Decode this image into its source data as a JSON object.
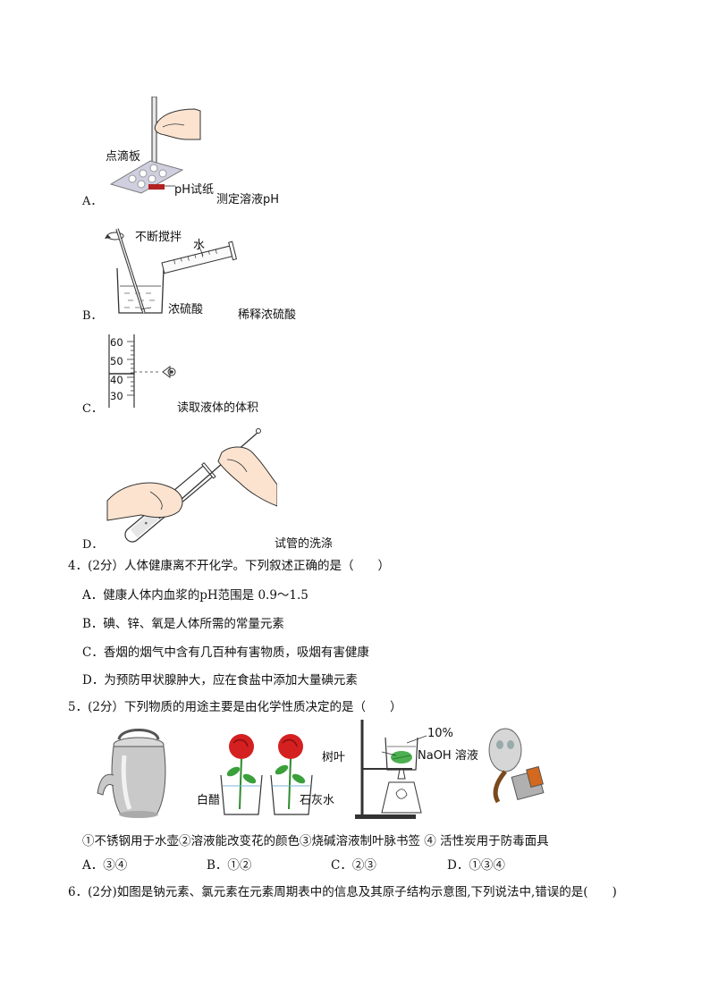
{
  "q3": {
    "A": {
      "letter": "A．",
      "dropplate": "点滴板",
      "paper": "pH试纸",
      "caption": "测定溶液pH"
    },
    "B": {
      "letter": "B．",
      "stir": "不断搅拌",
      "water": "水",
      "acid": "浓硫酸",
      "caption": "稀释浓硫酸"
    },
    "C": {
      "letter": "C．",
      "ticks": [
        "60",
        "50",
        "40",
        "30"
      ],
      "caption": "读取液体的体积"
    },
    "D": {
      "letter": "D．",
      "caption": "试管的洗涤"
    }
  },
  "q4": {
    "stem": "4．(2分）人体健康离不开化学。下列叙述正确的是（　　）",
    "options": [
      "A．健康人体内血浆的pH范围是 0.9～1.5",
      "B．碘、锌、氧是人体所需的常量元素",
      "C．香烟的烟气中含有几百种有害物质，吸烟有害健康",
      "D．为预防甲状腺肿大，应在食盐中添加大量碘元素"
    ]
  },
  "q5": {
    "stem": "5．(2分）下列物质的用途主要是由化学性质决定的是（　　）",
    "labels": {
      "vinegar": "白醋",
      "limewater": "石灰水",
      "leaf": "树叶",
      "percent": "10%",
      "naoh": "NaOH 溶液"
    },
    "items": "①不锈钢用于水壶②溶液能改变花的颜色③烧碱溶液制叶脉书签 ④ 活性炭用于防毒面具",
    "options": [
      "A．③④",
      "B．①②",
      "C．②③",
      "D．①③④"
    ]
  },
  "q6": {
    "stem": "6．(2分)如图是钠元素、氯元素在元素周期表中的信息及其原子结构示意图,下列说法中,错误的是(　　)"
  }
}
